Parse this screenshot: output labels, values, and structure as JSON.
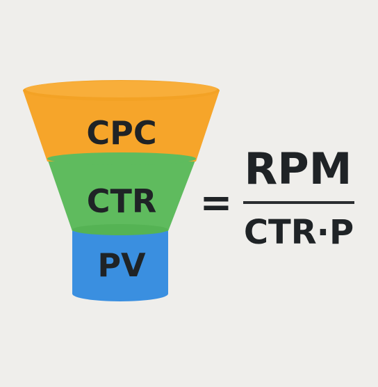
{
  "funnel": {
    "top_label": "CPC",
    "middle_label": "CTR",
    "bottom_label": "PV"
  },
  "formula": {
    "equals": "=",
    "numerator": "RPM",
    "denominator": "CTR·P"
  },
  "colors": {
    "background": "#efeeeb",
    "funnel_top": "#f6a52a",
    "funnel_top_rim": "#f3a225",
    "funnel_middle": "#5fbb5e",
    "funnel_bottom": "#3a8fe0",
    "text": "#1f2326"
  }
}
